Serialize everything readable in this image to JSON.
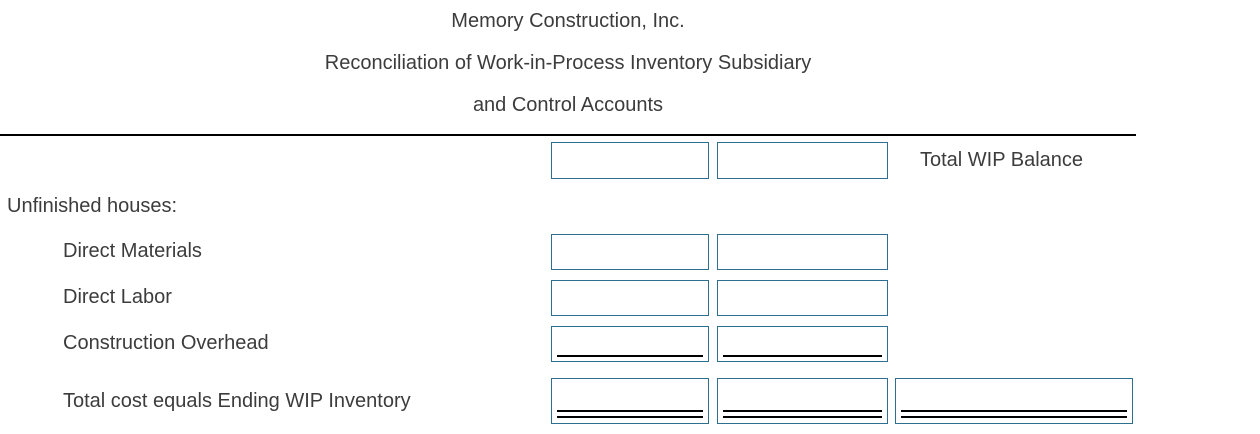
{
  "document": {
    "company_name": "Memory Construction, Inc.",
    "title_line_2": "Reconciliation of Work-in-Process Inventory Subsidiary",
    "title_line_3": "and Control Accounts"
  },
  "worksheet": {
    "header": {
      "total_wip_balance_label": "Total WIP Balance",
      "input_col1_value": "",
      "input_col2_value": "",
      "input_placeholder": ""
    },
    "section_label": "Unfinished houses:",
    "rows": [
      {
        "label": "Direct Materials",
        "col1_value": "",
        "col2_value": "",
        "rule": "none"
      },
      {
        "label": "Direct Labor",
        "col1_value": "",
        "col2_value": "",
        "rule": "none"
      },
      {
        "label": "Construction Overhead",
        "col1_value": "",
        "col2_value": "",
        "rule": "single"
      },
      {
        "label": "Total cost equals Ending WIP Inventory",
        "col1_value": "",
        "col2_value": "",
        "col3_value": "",
        "rule": "double"
      }
    ]
  },
  "colors": {
    "text": "#3c3c3c",
    "input_border": "#2e6e91",
    "rule": "#000000",
    "background": "#ffffff"
  }
}
